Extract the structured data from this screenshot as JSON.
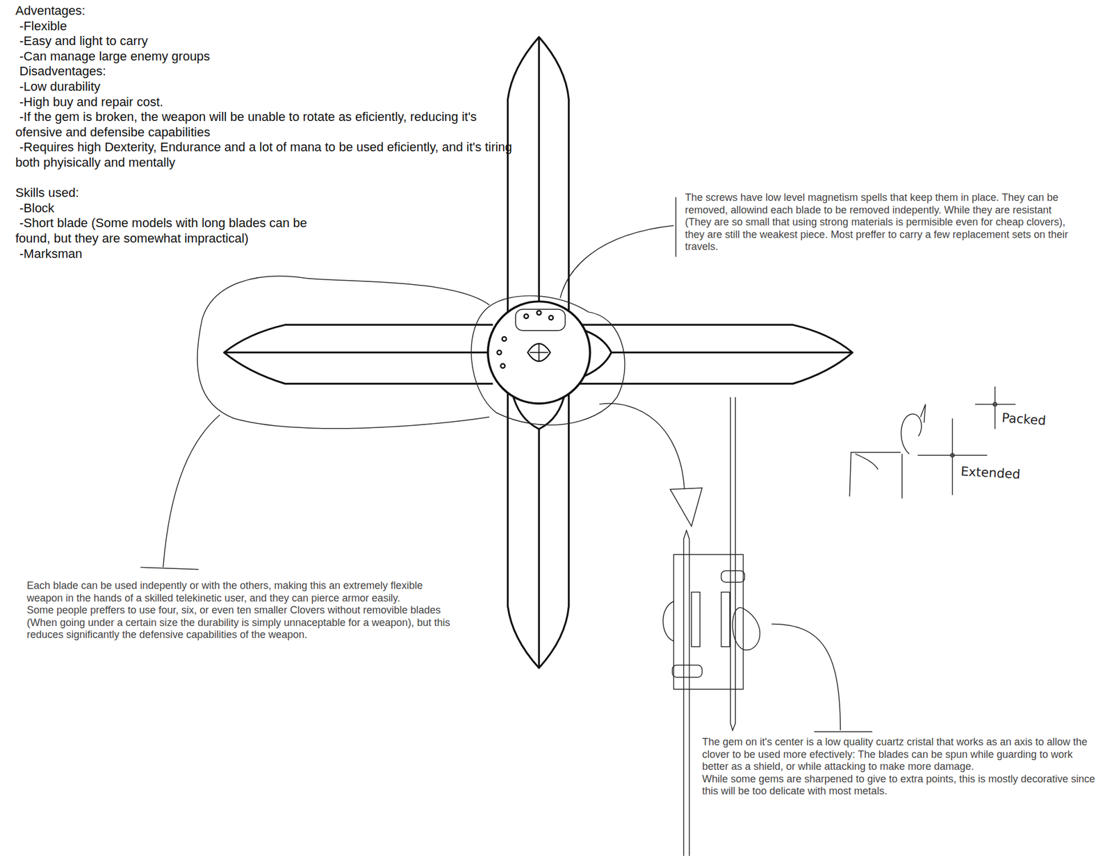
{
  "diagram": {
    "labels": [
      "Adventages:",
      "-Flexible",
      "-Easy and light to carry",
      "-Can manage large enemy groups",
      "Disadventages:",
      "-Low durability",
      "-High buy and repair cost.",
      "-If the gem is broken, the weapon will be unable to rotate as eficiently, reducing it's ofensive and defensibe capabilities",
      "-Requires high Dexterity, Endurance and a lot of mana to be used eficiently, and it's tiring both phyisically and mentally",
      "Skills used:",
      "-Block",
      "-Short blade (Some models with long blades can be found, but they are somewhat impractical)",
      "-Marksman",
      "The screws have low level magnetism spells that keep them in place. They can be removed, allowind each blade to be removed indepently. While they are resistant (They are so small that using strong materials is permisible even for cheap clovers), they are still the weakest piece. Most preffer to carry a few replacement sets on their travels.",
      "Each blade can be used indepently or with the others, making this an extremely flexible weapon in the hands of a skilled telekinetic user, and they can pierce armor easily.",
      "Some people preffers to use four, six, or even ten smaller Clovers without removible blades (When going under a certain size the durability is simply unnaceptable for a weapon), but this reduces significantly the defensive capabilities of the weapon.",
      "The gem on it's center is a low quality cuartz cristal that works as an axis to allow the clover to be used more efectively: The blades can be spun while guarding to work better as a shield, or while attacking to make more damage.",
      "While some gems are sharpened to give to extra points, this is mostly decorative since this will be too delicate with most metals.",
      "Packed",
      "Extended"
    ]
  }
}
